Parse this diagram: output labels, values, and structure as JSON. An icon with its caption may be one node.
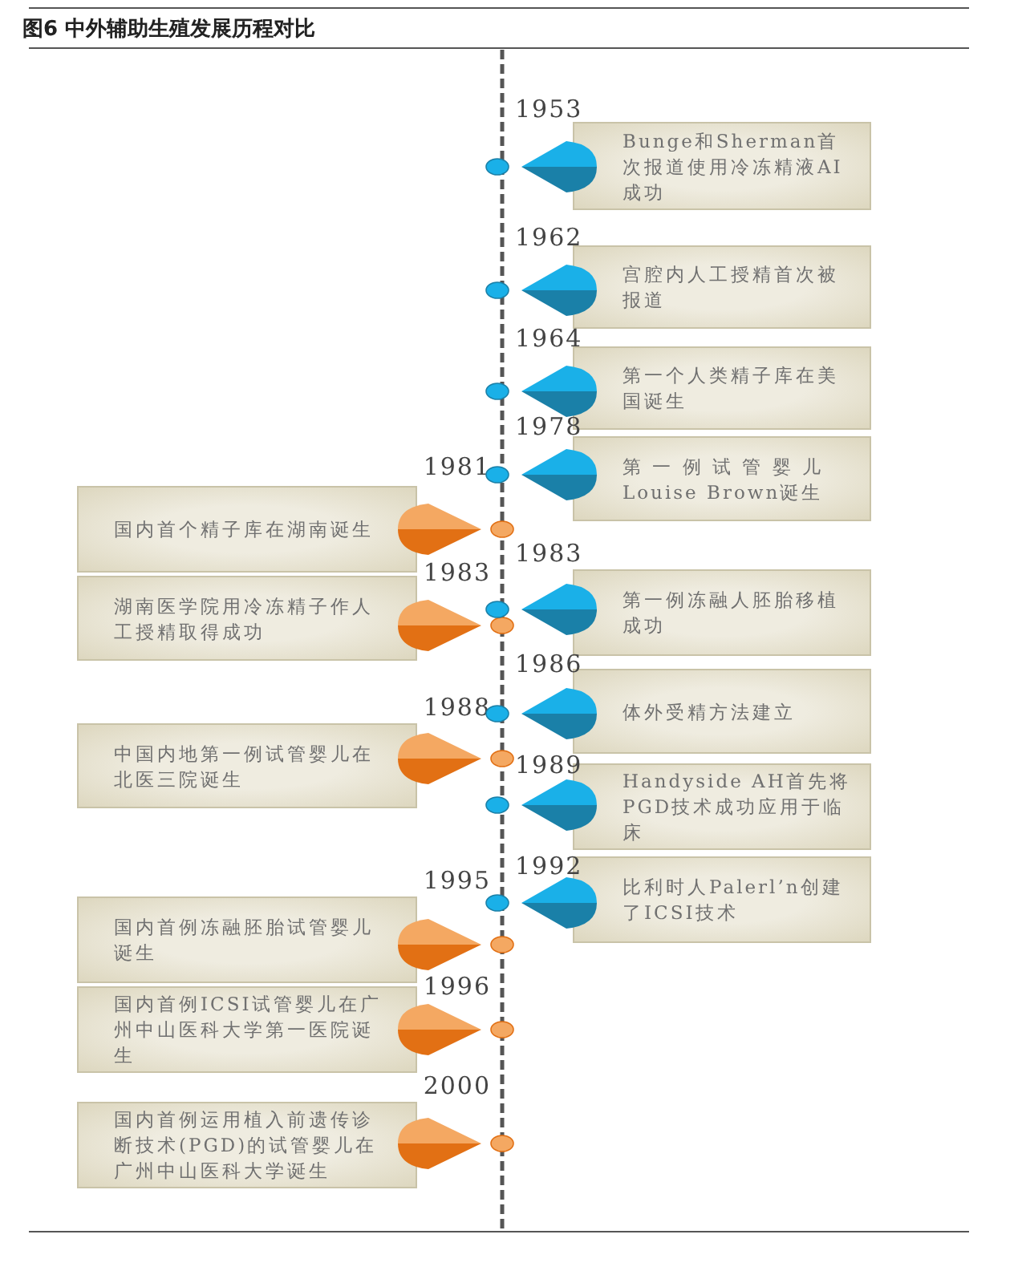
{
  "diagram": {
    "title": "图6 中外辅助生殖发展历程对比",
    "nodes": [
      {
        "text": [
          "Bunge和Sherman首次报道使用冷冻精液AI成功"
        ],
        "beside": [
          "1953"
        ]
      },
      {
        "text": [
          "宫腔内人工授精首次被报道"
        ],
        "beside": [
          "1962"
        ]
      },
      {
        "text": [
          "第一个人类精子库在美国诞生"
        ],
        "beside": [
          "1964"
        ]
      },
      {
        "text": [
          "第 一 例 试 管 婴 儿 Louise Brown诞生"
        ],
        "beside": [
          "1978"
        ]
      },
      {
        "text": [
          "国内首个精子库在湖南诞生"
        ],
        "beside": [
          "1981"
        ]
      },
      {
        "text": [
          "湖南医学院用冷冻精子作人工授精取得成功"
        ],
        "beside": [
          "1983"
        ]
      },
      {
        "text": [
          "第一例冻融人胚胎移植成功"
        ],
        "beside": [
          "1983"
        ]
      },
      {
        "text": [
          "体外受精方法建立"
        ],
        "beside": [
          "1986"
        ]
      },
      {
        "text": [
          "中国内地第一例试管婴儿在北医三院诞生"
        ],
        "beside": [
          "1988"
        ]
      },
      {
        "text": [
          "Handyside AH首先将PGD技术成功应用于临床"
        ],
        "beside": [
          "1989"
        ]
      },
      {
        "text": [
          "比利时人Palerl’n创建了ICSI技术"
        ],
        "beside": [
          "1992"
        ]
      },
      {
        "text": [
          "国内首例冻融胚胎试管婴儿诞生"
        ],
        "beside": [
          "1995"
        ]
      },
      {
        "text": [
          "国内首例ICSI试管婴儿在广州中山医科大学第一医院诞生"
        ],
        "beside": [
          "1996"
        ]
      },
      {
        "text": [
          "国内首例运用植入前遗传诊断技术(PGD)的试管婴儿在广州中山医科大学诞生"
        ],
        "beside": [
          "2000"
        ]
      }
    ]
  }
}
